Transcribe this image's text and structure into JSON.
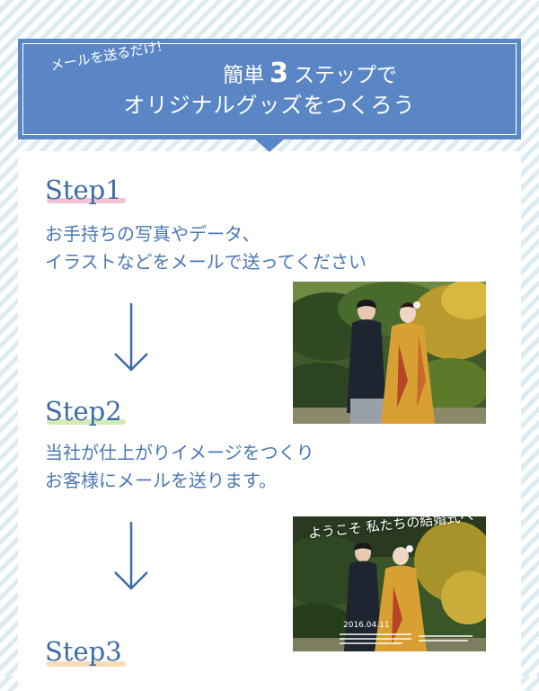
{
  "banner": {
    "tagline": "メールを送るだけ!",
    "line1_pre": "簡単",
    "line1_num": "3",
    "line1_post": "ステップで",
    "line2": "オリジナルグッズをつくろう"
  },
  "steps": [
    {
      "title": "Step1",
      "desc_line1": "お手持ちの写真やデータ、",
      "desc_line2": "イラストなどをメールで送ってください"
    },
    {
      "title": "Step2",
      "desc_line1": "当社が仕上がりイメージをつくり",
      "desc_line2": "お客様にメールを送ります。"
    },
    {
      "title": "Step3"
    }
  ],
  "photo2_overlay": {
    "greeting": "ようこそ 私たちの結婚式へ",
    "date": "2016.04.11"
  },
  "colors": {
    "banner": "#5b86c6",
    "heading": "#3d6baa",
    "text": "#4a78b5",
    "underline_step1": "#f2b8cf",
    "underline_step2": "#cfe7a8",
    "underline_step3": "#f7d6a8"
  },
  "icons": {
    "arrow": "arrow-down-icon"
  }
}
